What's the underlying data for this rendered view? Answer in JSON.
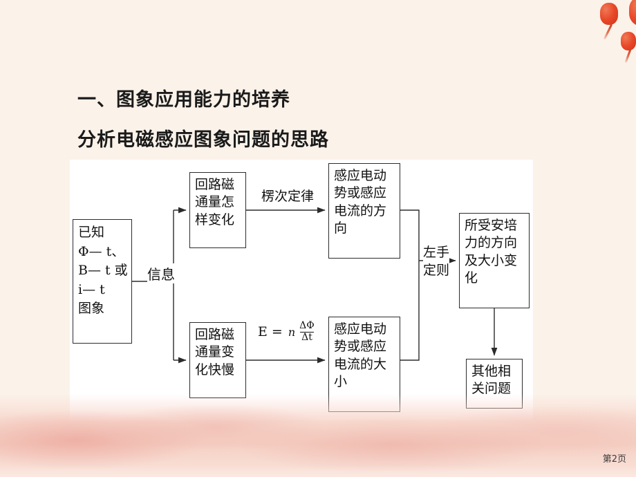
{
  "slide": {
    "background_color": "#fbf2ea",
    "panel_color": "#ffffff",
    "accent_color": "#e8482a",
    "page_number": "第2页"
  },
  "headings": {
    "section": "一、图象应用能力的培养",
    "subtitle": "分析电磁感应图象问题的思路"
  },
  "decor": {
    "lantern_1": "lantern-icon",
    "lantern_2": "lantern-icon",
    "lantern_3": "lantern-icon"
  },
  "flowchart": {
    "nodes": {
      "known": {
        "lines": [
          "已知",
          "Φ— t、",
          "B— t 或",
          "i— t",
          "图象"
        ]
      },
      "flux_how": {
        "lines": [
          "回路磁",
          "通量怎",
          "样变化"
        ]
      },
      "flux_rate": {
        "lines": [
          "回路磁",
          "通量变",
          "化快慢"
        ]
      },
      "emf_direction": {
        "lines": [
          "感应电动",
          "势或感应",
          "电流的方",
          "向"
        ]
      },
      "emf_magnitude": {
        "lines": [
          "感应电动",
          "势或感应",
          "电流的大",
          "小"
        ]
      },
      "ampere_force": {
        "lines": [
          "所受安培",
          "力的方向",
          "及大小变",
          "化"
        ]
      },
      "other_problems": {
        "lines": [
          "其他相",
          "关问题"
        ]
      }
    },
    "edge_labels": {
      "information": "信息",
      "lenz_law": "楞次定律",
      "left_hand_rule_lines": [
        "左手",
        "定则"
      ],
      "formula": {
        "lhs": "E =",
        "coefficient": "n",
        "numerator": "ΔΦ",
        "denominator": "Δt"
      }
    }
  }
}
